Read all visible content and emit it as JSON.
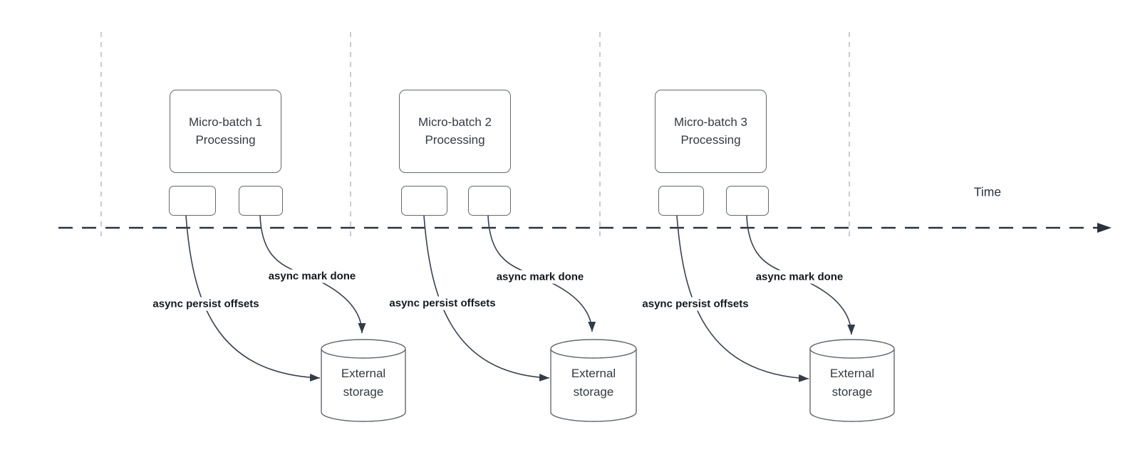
{
  "axis": {
    "label": "Time"
  },
  "batches": [
    {
      "name": "Micro-batch 1",
      "subtitle": "Processing",
      "persist_label": "async persist offsets",
      "done_label": "async mark done",
      "storage": {
        "line1": "External",
        "line2": "storage"
      }
    },
    {
      "name": "Micro-batch 2",
      "subtitle": "Processing",
      "persist_label": "async persist offsets",
      "done_label": "async mark done",
      "storage": {
        "line1": "External",
        "line2": "storage"
      }
    },
    {
      "name": "Micro-batch 3",
      "subtitle": "Processing",
      "persist_label": "async persist offsets",
      "done_label": "async mark done",
      "storage": {
        "line1": "External",
        "line2": "storage"
      }
    }
  ],
  "colors": {
    "background": "#ffffff",
    "axis_line": "#2b323c",
    "guide_line": "#b7bcc0",
    "arrow_line": "#39414d",
    "shape_stroke": "#63686e",
    "shape_text": "#343a42",
    "label_text": "#13181e"
  }
}
